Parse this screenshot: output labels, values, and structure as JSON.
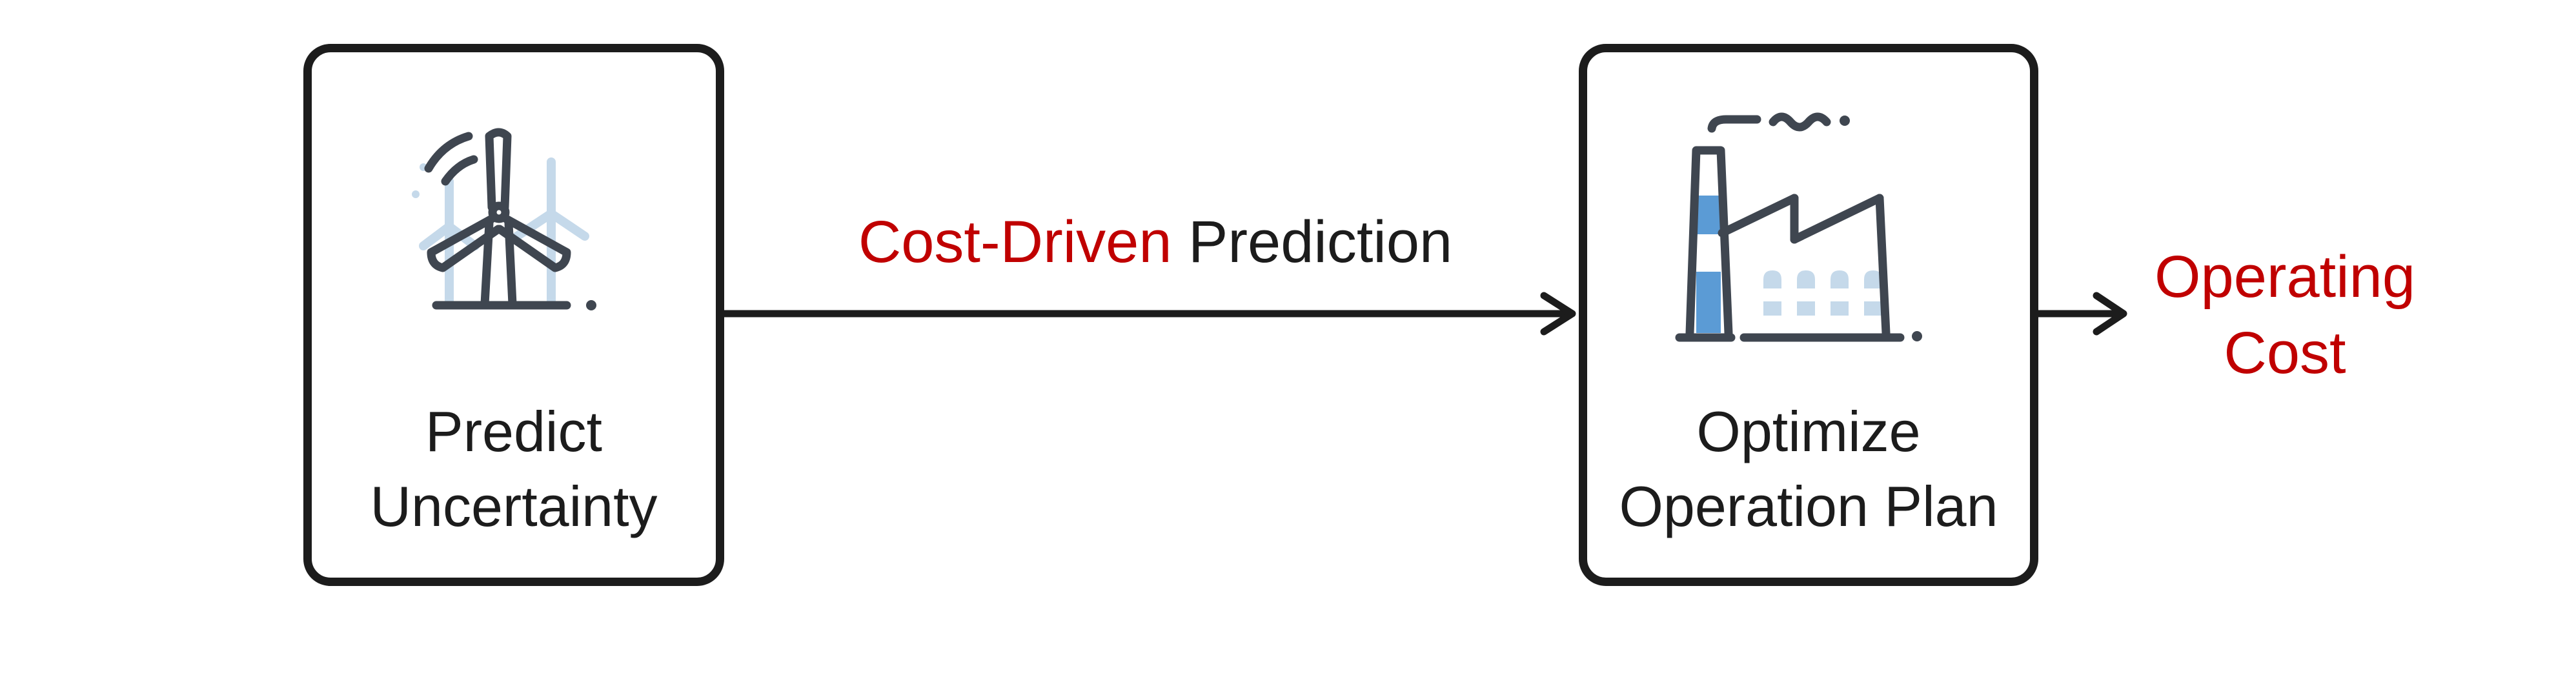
{
  "colors": {
    "accent": "#c00000",
    "text": "#1c1c1c",
    "stroke": "#1c1c1c",
    "icon_dark": "#3f4650",
    "icon_light": "#c5d9ea",
    "icon_blue": "#5b9bd5"
  },
  "nodes": {
    "predict": {
      "label": "Predict\nUncertainty",
      "icon": "wind-turbine-icon"
    },
    "optimize": {
      "label": "Optimize\nOperation Plan",
      "icon": "factory-icon"
    }
  },
  "edge": {
    "label_accent": "Cost-Driven",
    "label_plain": "Prediction"
  },
  "outcome": {
    "label": "Operating\nCost"
  }
}
